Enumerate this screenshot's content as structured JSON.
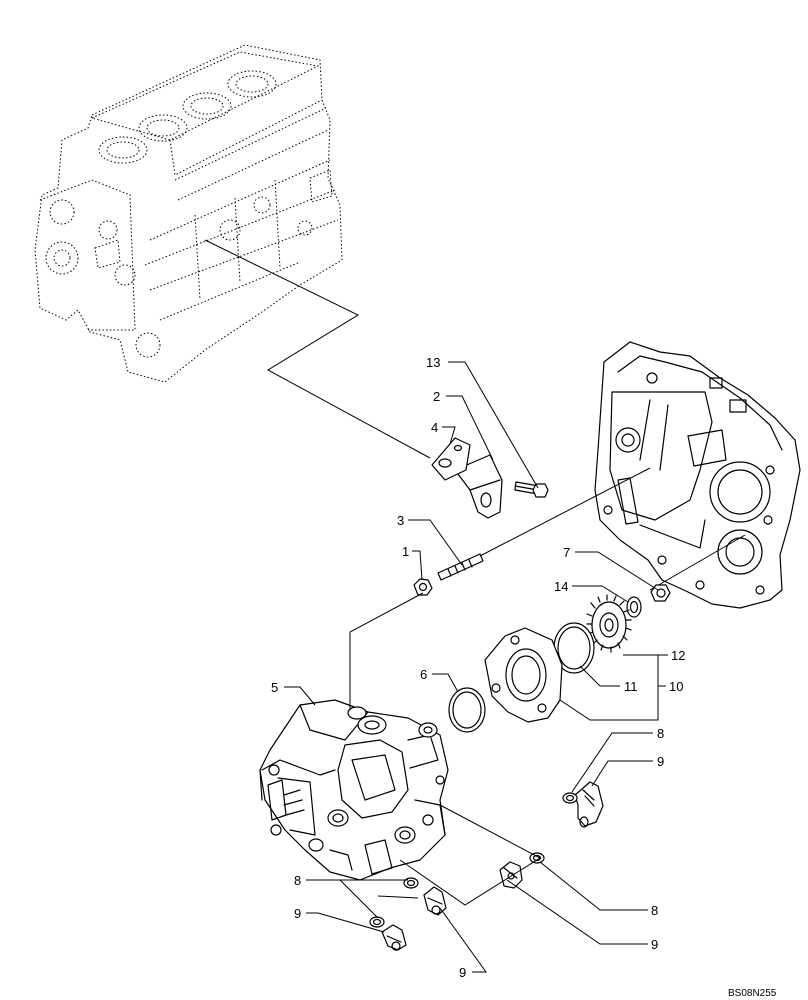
{
  "callouts": [
    {
      "id": "c1",
      "text": "1"
    },
    {
      "id": "c2",
      "text": "2"
    },
    {
      "id": "c3",
      "text": "3"
    },
    {
      "id": "c4",
      "text": "4"
    },
    {
      "id": "c5",
      "text": "5"
    },
    {
      "id": "c6",
      "text": "6"
    },
    {
      "id": "c7",
      "text": "7"
    },
    {
      "id": "c8a",
      "text": "8"
    },
    {
      "id": "c8b",
      "text": "8"
    },
    {
      "id": "c8c",
      "text": "8"
    },
    {
      "id": "c9a",
      "text": "9"
    },
    {
      "id": "c9b",
      "text": "9"
    },
    {
      "id": "c9c",
      "text": "9"
    },
    {
      "id": "c9d",
      "text": "9"
    },
    {
      "id": "c10",
      "text": "10"
    },
    {
      "id": "c11",
      "text": "11"
    },
    {
      "id": "c12",
      "text": "12"
    },
    {
      "id": "c13",
      "text": "13"
    },
    {
      "id": "c14",
      "text": "14"
    }
  ],
  "document_id": "BS08N255"
}
